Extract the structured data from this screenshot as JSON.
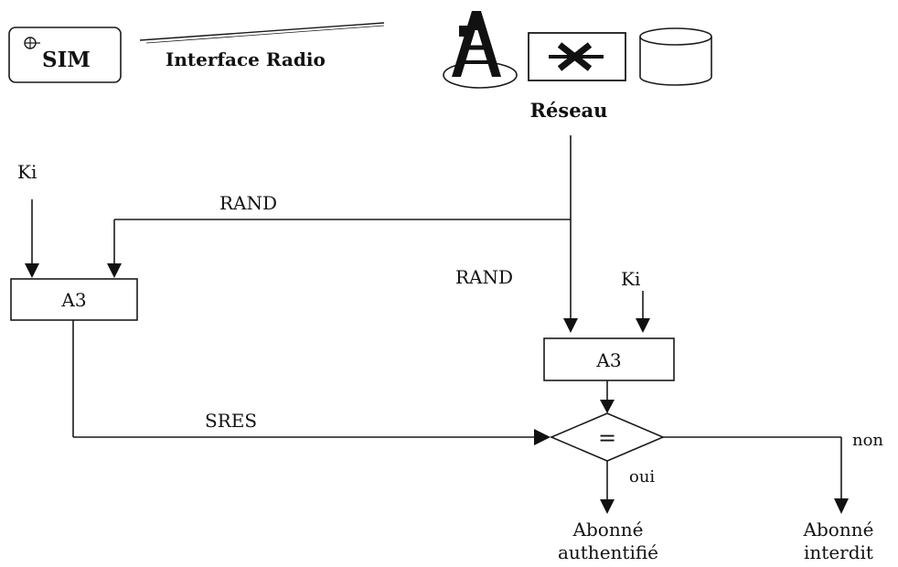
{
  "header": {
    "sim_label": "SIM",
    "interface_label": "Interface Radio",
    "network_label": "Réseau"
  },
  "mobile_side": {
    "ki_label": "Ki",
    "rand_label": "RAND",
    "algo_label": "A3",
    "sres_label": "SRES"
  },
  "network_side": {
    "rand_label": "RAND",
    "ki_label": "Ki",
    "algo_label": "A3",
    "compare_label": "="
  },
  "outcomes": {
    "yes_label": "oui",
    "no_label": "non",
    "authenticated_line1": "Abonné",
    "authenticated_line2": "authentifié",
    "forbidden_line1": "Abonné",
    "forbidden_line2": "interdit"
  },
  "colors": {
    "ink": "#111111",
    "background": "#ffffff"
  }
}
